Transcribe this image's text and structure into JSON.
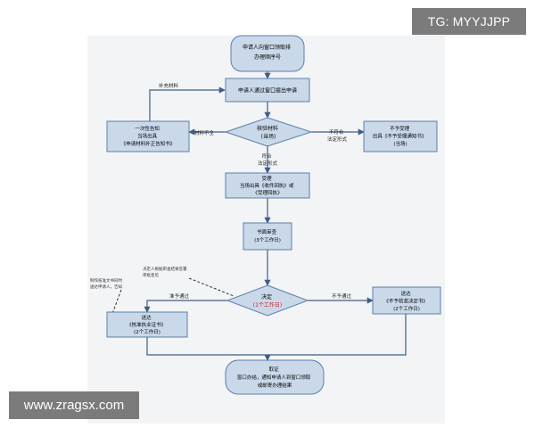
{
  "watermarks": {
    "top": "TG: MYYJJPP",
    "bottom": "www.zragsx.com"
  },
  "colors": {
    "box_fill": "#c9d9ea",
    "box_stroke": "#5b7fa8",
    "line": "#3d5f87",
    "red_text": "#cc2222"
  },
  "flow": {
    "start": [
      "申请人向窗口领取排",
      "办理顺序号"
    ],
    "submit": "申请人通过窗口提出申请",
    "check": [
      "核验材料",
      "(当场)"
    ],
    "supplement_box": [
      "一次性告知",
      "当场出具",
      "《申请材料补正告知书》"
    ],
    "reject_box": [
      "不予受理",
      "出具《不予受理通知书》",
      "(当场)"
    ],
    "accept_box": [
      "受理",
      "当场出具《收件回执》或",
      "《受理回执》"
    ],
    "review_box": [
      "书面审查",
      "(3个工作日)"
    ],
    "decide_box": [
      "决定",
      "(1个工作日)"
    ],
    "approve_box": [
      "送达",
      "《核准执业证书》",
      "(2个工作日)"
    ],
    "deny_box": [
      "送达",
      "《不予核准决定书》",
      "(2个工作日)"
    ],
    "end_box": [
      "取证",
      "窗口办结，通知申请人到窗口领取",
      "或邮寄办理结果"
    ],
    "labels": {
      "supplement": "补充材料",
      "incomplete": "材料不全",
      "not_legal": [
        "不符合",
        "法定形式"
      ],
      "legal": [
        "符合",
        "法定形式"
      ],
      "approve": "准予通过",
      "deny": "不予通过"
    },
    "notes": {
      "decide_note": [
        "决定人根据审查结果签署",
        "审批意见"
      ],
      "approve_note": [
        "制作核准文书同时",
        "送达申请人，告知"
      ]
    }
  }
}
